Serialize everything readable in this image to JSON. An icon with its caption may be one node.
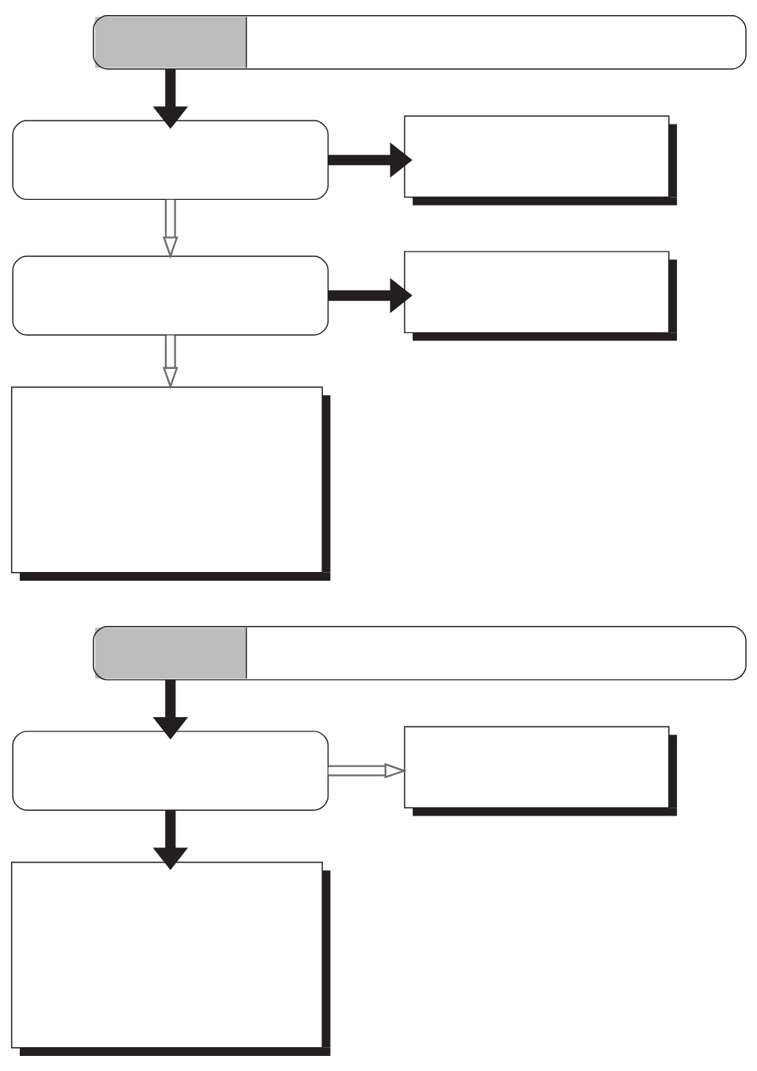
{
  "diagram": {
    "nodes": [
      {
        "text": [],
        "shape": "box"
      },
      {
        "text": [],
        "shape": "box"
      },
      {
        "text": [],
        "shape": "box"
      },
      {
        "text": [],
        "shape": "box"
      },
      {
        "text": [],
        "shape": "box"
      },
      {
        "text": [],
        "shape": "box"
      },
      {
        "text": [],
        "shape": "box"
      },
      {
        "text": [],
        "shape": "box"
      },
      {
        "text": [],
        "shape": "box"
      },
      {
        "text": [],
        "shape": "box"
      }
    ],
    "edges": [
      {
        "from": 0,
        "to": 1,
        "arrow": "to"
      },
      {
        "from": 1,
        "to": 2,
        "arrow": "to"
      },
      {
        "from": 1,
        "to": 3,
        "arrow": "to",
        "color": "#6d6e71"
      },
      {
        "from": 3,
        "to": 4,
        "arrow": "to"
      },
      {
        "from": 3,
        "to": 5,
        "arrow": "to",
        "color": "#6d6e71"
      },
      {
        "from": 6,
        "to": 7,
        "arrow": "to"
      },
      {
        "from": 7,
        "to": 8,
        "arrow": "to",
        "color": "#6d6e71"
      },
      {
        "from": 7,
        "to": 9,
        "arrow": "to"
      }
    ]
  }
}
